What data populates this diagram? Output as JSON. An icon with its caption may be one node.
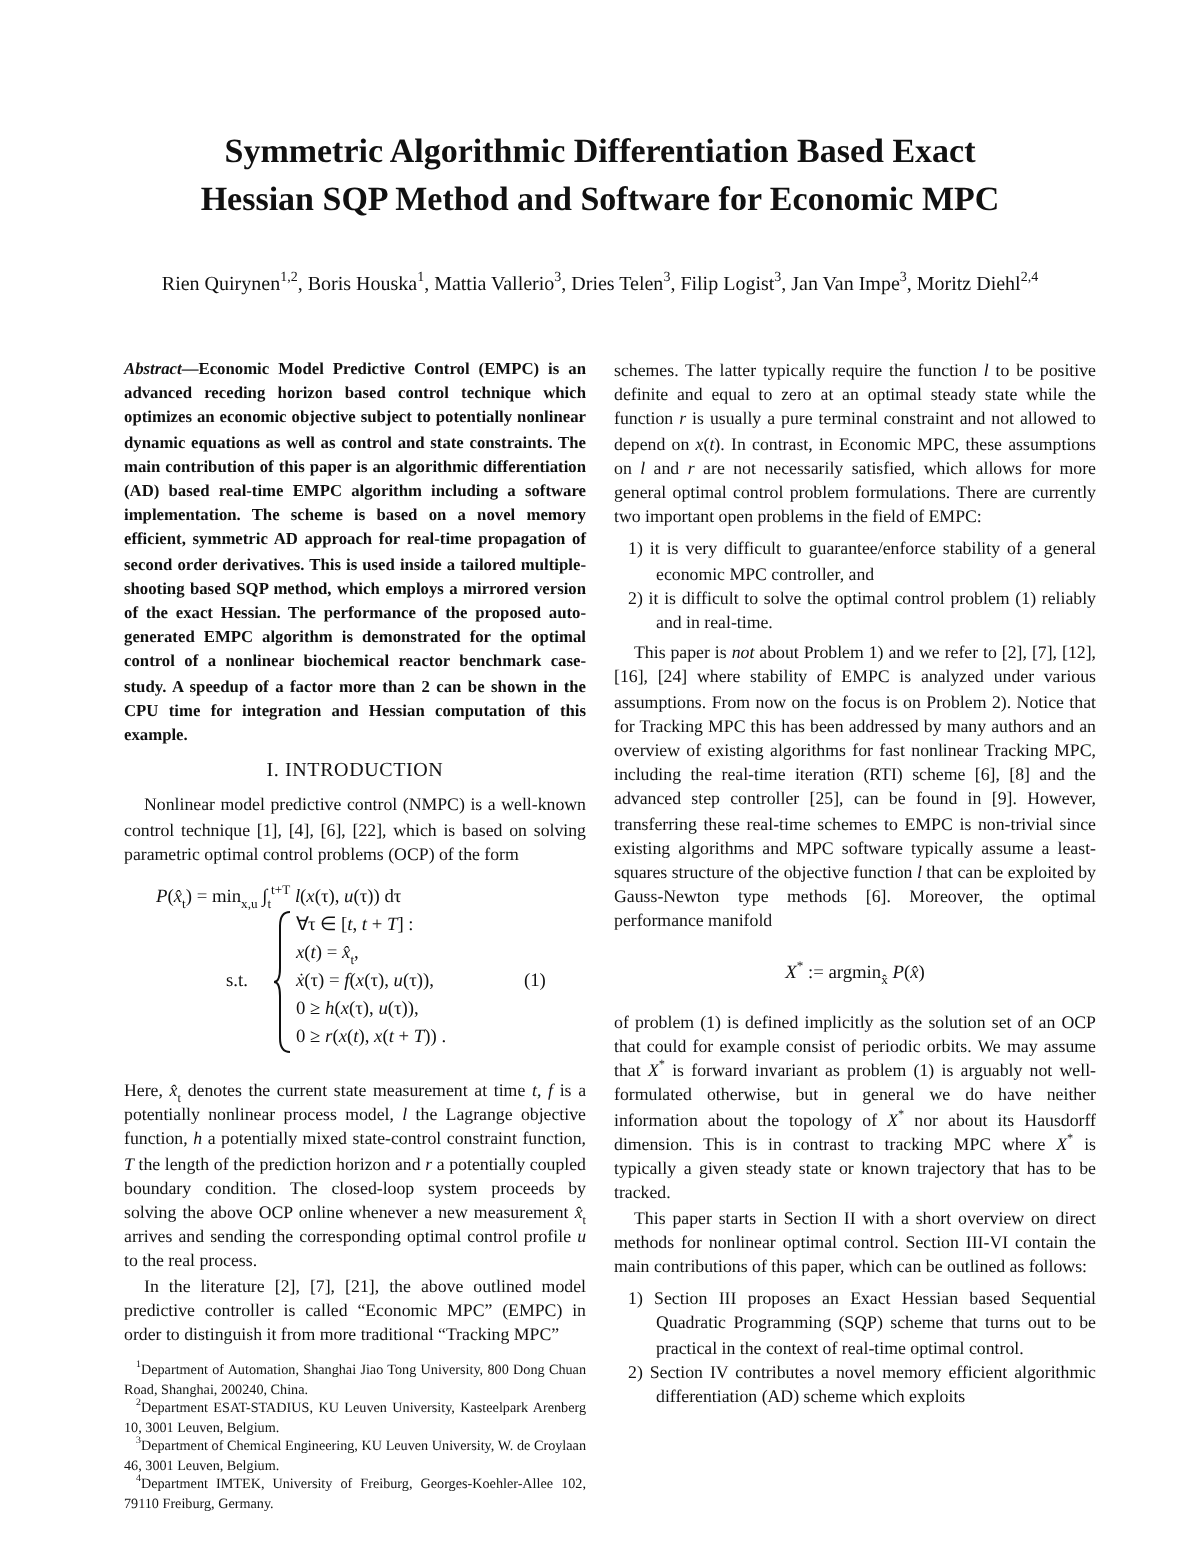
{
  "diagram": {
    "title": "Symmetric Algorithmic Differentiation Based Exact Hessian SQP Method and Software for Economic MPC",
    "labels": [
      "Rien Quirynen$^{1,2}$, Boris Houska$^{1}$, Mattia Vallerio$^{3}$, Dries Telen$^{3}$, Filip Logist$^{3}$, Jan Van Impe$^{3}$, Moritz Diehl$^{2,4}$",
      "*Abstract*—Economic Model Predictive Control (EMPC) is an advanced receding horizon based control technique which optimizes an economic objective subject to potentially nonlinear dynamic equations as well as control and state constraints. The main contribution of this paper is an algorithmic differentiation (AD) based real-time EMPC algorithm including a software implementation. The scheme is based on a novel memory efficient, symmetric AD approach for real-time propagation of second order derivatives. This is used inside a tailored multiple-shooting based SQP method, which employs a mirrored version of the exact Hessian. The performance of the proposed auto-generated EMPC algorithm is demonstrated for the optimal control of a nonlinear biochemical reactor benchmark case-study. A speedup of a factor more than 2 can be shown in the CPU time for integration and Hessian computation of this example.",
      "I. INTRODUCTION",
      "Nonlinear model predictive control (NMPC) is a well-known control technique [1], [4], [6], [22], which is based on solving parametric optimal control problems (OCP) of the form",
      "*P*(*x̂*$_{t}$) = min$_{x,u}$ ∫$_{t}$$^{t+T}$ *l*(*x*(τ), *u*(τ)) dτ",
      "s.t.",
      "∀τ ∈ [*t*, *t* + *T*] :",
      "*x*(*t*) = *x̂*$_{t}$,",
      "*ẋ*(τ) = *f*(*x*(τ), *u*(τ)),",
      "0 ≥ *h*(*x*(τ), *u*(τ)),",
      "0 ≥ *r*(*x*(*t*), *x*(*t* + *T*)) .",
      "(1)",
      "Here, *x̂*$_{t}$ denotes the current state measurement at time *t*, *f* is a potentially nonlinear process model, *l* the Lagrange objective function, *h* a potentially mixed state-control constraint function, *T* the length of the prediction horizon and *r* a potentially coupled boundary condition. The closed-loop system proceeds by solving the above OCP online whenever a new measurement *x̂*$_{t}$ arrives and sending the corresponding optimal control profile *u* to the real process.",
      "In the literature [2], [7], [21], the above outlined model predictive controller is called “Economic MPC” (EMPC) in order to distinguish it from more traditional “Tracking MPC”",
      "$^{1}$Department of Automation, Shanghai Jiao Tong University, 800 Dong Chuan Road, Shanghai, 200240, China.",
      "$^{2}$Department ESAT-STADIUS, KU Leuven University, Kasteelpark Arenberg 10, 3001 Leuven, Belgium.",
      "$^{3}$Department of Chemical Engineering, KU Leuven University, W. de Croylaan 46, 3001 Leuven, Belgium.",
      "$^{4}$Department IMTEK, University of Freiburg, Georges-Koehler-Allee 102, 79110 Freiburg, Germany.",
      "schemes. The latter typically require the function *l* to be positive definite and equal to zero at an optimal steady state while the function *r* is usually a pure terminal constraint and not allowed to depend on *x*(*t*). In contrast, in Economic MPC, these assumptions on *l* and *r* are not necessarily satisfied, which allows for more general optimal control problem formulations. There are currently two important open problems in the field of EMPC:",
      "1) it is very difficult to guarantee/enforce stability of a general economic MPC controller, and",
      "2) it is difficult to solve the optimal control problem (1) reliably and in real-time.",
      "This paper is *not* about Problem 1) and we refer to [2], [7], [12], [16], [24] where stability of EMPC is analyzed under various assumptions. From now on the focus is on Problem 2). Notice that for Tracking MPC this has been addressed by many authors and an overview of existing algorithms for fast nonlinear Tracking MPC, including the real-time iteration (RTI) scheme [6], [8] and the advanced step controller [25], can be found in [9]. However, transferring these real-time schemes to EMPC is non-trivial since existing algorithms and MPC software typically assume a least-squares structure of the objective function *l* that can be exploited by Gauss-Newton type methods [6]. Moreover, the optimal performance manifold",
      "*X*$^{*}$ := argmin$_{x̂}$ *P*(*x̂*)",
      "of problem (1) is defined implicitly as the solution set of an OCP that could for example consist of periodic orbits. We may assume that *X*$^{*}$ is forward invariant as problem (1) is arguably not well-formulated otherwise, but in general we do have neither information about the topology of *X*$^{*}$ nor about its Hausdorff dimension. This is in contrast to tracking MPC where *X*$^{*}$ is typically a given steady state or known trajectory that has to be tracked.",
      "This paper starts in Section II with a short overview on direct methods for nonlinear optimal control. Section III-VI contain the main contributions of this paper, which can be outlined as follows:",
      "1) Section III proposes an Exact Hessian based Sequential Quadratic Programming (SQP) scheme that turns out to be practical in the context of real-time optimal control.",
      "2) Section IV contributes a novel memory efficient algorithmic differentiation (AD) scheme which exploits"
    ]
  }
}
